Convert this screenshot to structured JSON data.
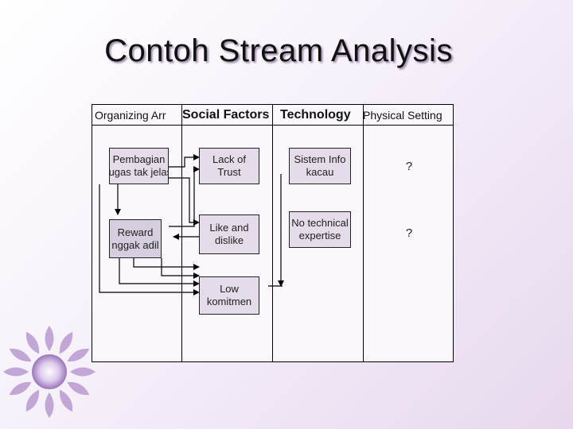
{
  "slide": {
    "title": "Contoh Stream Analysis"
  },
  "columns": [
    "Organizing Arr",
    "Social Factors",
    "Technology",
    "Physical Setting"
  ],
  "boxes": {
    "pembagian": [
      "Pembagian",
      "tugas tak jelas"
    ],
    "reward": [
      "Reward",
      "nggak adil"
    ],
    "lack_of_trust": [
      "Lack of",
      "Trust"
    ],
    "like_dislike": [
      "Like and",
      "dislike"
    ],
    "low_komitmen": [
      "Low",
      "komitmen"
    ],
    "sistem_info": [
      "Sistem Info",
      "kacau"
    ],
    "no_technical": [
      "No technical",
      "expertise"
    ]
  },
  "unknowns": [
    "?",
    "?"
  ],
  "colors": {
    "box_fill": "#e4dce8",
    "border": "#000000",
    "logo": "#b89ad0"
  },
  "icons": {
    "logo": "sun-swirl-icon"
  }
}
